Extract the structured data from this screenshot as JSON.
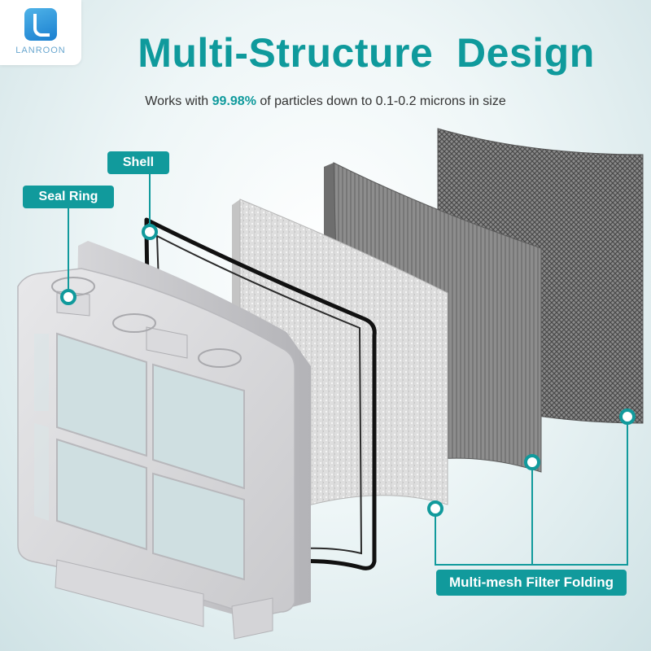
{
  "brand": {
    "logo_text": "LANROON",
    "accent_color": "#119a9c",
    "logo_color": "#1a7fd0"
  },
  "heading": {
    "title": "Multi-Structure  Design",
    "subtitle_prefix": "Works with ",
    "subtitle_highlight": "99.98%",
    "subtitle_suffix": " of particles down to 0.1-0.2 microns in size"
  },
  "labels": {
    "shell": "Shell",
    "seal_ring": "Seal Ring",
    "mesh": "Multi-mesh Filter Folding"
  },
  "icons": [
    "lanroon-logo-icon"
  ]
}
